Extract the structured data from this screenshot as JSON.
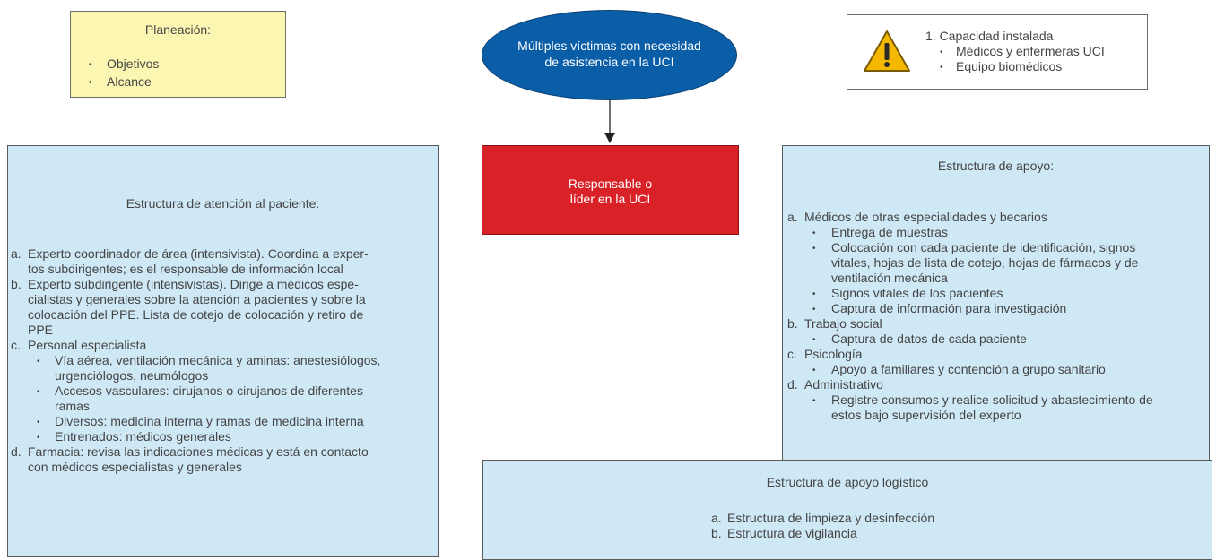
{
  "planning": {
    "title": "Planeación:",
    "items": [
      "Objetivos",
      "Alcance"
    ]
  },
  "ellipse": {
    "text_line1": "Múltiples víctimas con necesidad",
    "text_line2": "de asistencia en la UCI"
  },
  "capacity": {
    "title": "1. Capacidad instalada",
    "items": [
      "Médicos y enfermeras UCI",
      "Equipo biomédicos"
    ],
    "icon": "warning-icon"
  },
  "leader": {
    "line1": "Responsable o",
    "line2": "líder en la UCI"
  },
  "patient_care": {
    "title": "Estructura de atención al paciente:",
    "items": [
      {
        "label": "a.",
        "lines": [
          "Experto coordinador de área (intensivista). Coordina a exper-",
          "tos subdirigentes; es el responsable de información local"
        ],
        "subs": []
      },
      {
        "label": "b.",
        "lines": [
          "Experto subdirigente (intensivistas). Dirige a médicos espe-",
          "cialistas y generales sobre la atención a pacientes y sobre la",
          "colocación del PPE. Lista de cotejo de colocación y retiro de",
          "PPE"
        ],
        "subs": []
      },
      {
        "label": "c.",
        "lines": [
          "Personal especialista"
        ],
        "subs": [
          [
            "Vía aérea, ventilación mecánica y aminas: anestesiólogos,",
            "urgenciólogos, neumólogos"
          ],
          [
            "Accesos vasculares: cirujanos o cirujanos de diferentes",
            "ramas"
          ],
          [
            "Diversos: medicina interna y ramas de medicina interna"
          ],
          [
            "Entrenados: médicos generales"
          ]
        ]
      },
      {
        "label": "d.",
        "lines": [
          "Farmacia: revisa las indicaciones médicas y está en contacto",
          "con médicos especialistas y generales"
        ],
        "subs": []
      }
    ]
  },
  "support": {
    "title": "Estructura de apoyo:",
    "items": [
      {
        "label": "a.",
        "lines": [
          "Médicos de otras especialidades y becarios"
        ],
        "subs": [
          [
            "Entrega de muestras"
          ],
          [
            "Colocación con cada paciente de identificación, signos",
            "vitales, hojas de lista de cotejo, hojas de fármacos y de",
            "ventilación mecánica"
          ],
          [
            "Signos vitales de los pacientes"
          ],
          [
            "Captura de información para investigación"
          ]
        ]
      },
      {
        "label": "b.",
        "lines": [
          "Trabajo social"
        ],
        "subs": [
          [
            "Captura de datos de cada paciente"
          ]
        ]
      },
      {
        "label": "c.",
        "lines": [
          "Psicología"
        ],
        "subs": [
          [
            "Apoyo a familiares y contención a grupo sanitario"
          ]
        ]
      },
      {
        "label": "d.",
        "lines": [
          "Administrativo"
        ],
        "subs": [
          [
            "Registre consumos y realice solicitud y abastecimiento de",
            "estos bajo supervisión del experto"
          ]
        ]
      }
    ]
  },
  "logistics": {
    "title": "Estructura de apoyo logístico",
    "items": [
      {
        "label": "a.",
        "text": "Estructura de limpieza y desinfección"
      },
      {
        "label": "b.",
        "text": "Estructura de vigilancia"
      }
    ]
  },
  "colors": {
    "ellipse": "#0a5ea8",
    "leader": "#d92128",
    "blue_box": "#cfe8f6",
    "yellow_box": "#fbf7b3",
    "warning": "#f5b800"
  }
}
